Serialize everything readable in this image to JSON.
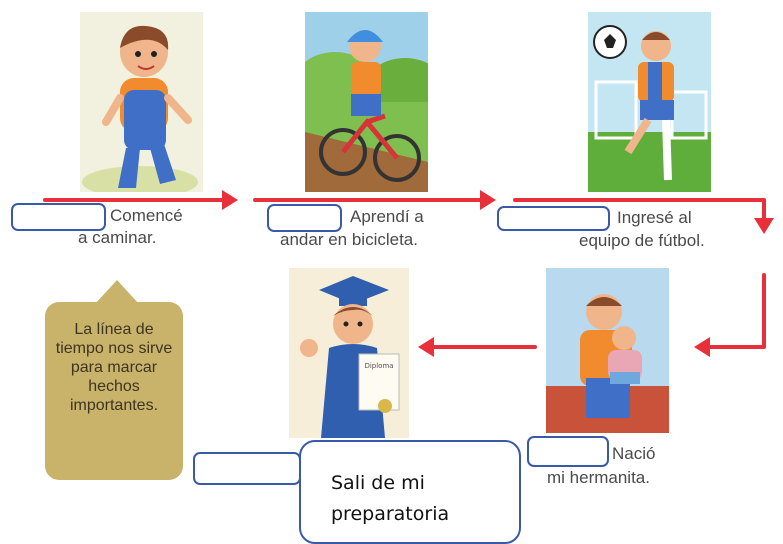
{
  "events": [
    {
      "line1": "Comencé",
      "line2": "a caminar."
    },
    {
      "line1": "Aprendí a",
      "line2": "andar en bicicleta."
    },
    {
      "line1": "Ingresé al",
      "line2": "equipo de fútbol."
    },
    {
      "line1": "Nació",
      "line2": "mi hermanita."
    }
  ],
  "note_text": "La línea de tiempo nos sirve para marcar hechos importantes.",
  "answer_bubble": {
    "line1": "Sali de mi",
    "line2": "preparatoria"
  },
  "diploma_label": "Diploma",
  "colors": {
    "arrow": "#e8303a",
    "box_border": "#3a5aa8",
    "note_bg": "#c9b26a"
  }
}
